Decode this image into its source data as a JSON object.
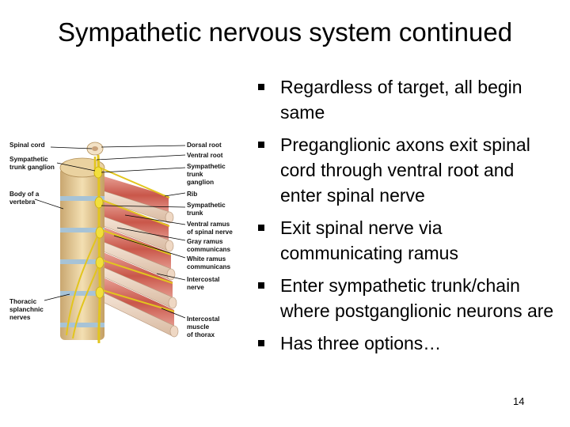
{
  "slide": {
    "title": "Sympathetic nervous system continued",
    "page_number": "14"
  },
  "bullets": [
    "Regardless of target, all begin same",
    "Preganglionic axons exit spinal cord through ventral root and enter spinal nerve",
    "Exit spinal nerve via communicating ramus",
    "Enter sympathetic trunk/chain where postganglionic neurons are",
    "Has three options…"
  ],
  "figure": {
    "left_labels": {
      "spinal_cord": "Spinal cord",
      "trunk_ganglion_1": "Sympathetic",
      "trunk_ganglion_2": "trunk ganglion",
      "vertebra_1": "Body of a",
      "vertebra_2": "vertebra",
      "thoracic_1": "Thoracic",
      "thoracic_2": "splanchnic",
      "thoracic_3": "nerves"
    },
    "right_labels": {
      "dorsal_root": "Dorsal root",
      "ventral_root": "Ventral root",
      "trunk_ganglion_1": "Sympathetic",
      "trunk_ganglion_2": "trunk",
      "trunk_ganglion_3": "ganglion",
      "rib": "Rib",
      "trunk_1": "Sympathetic",
      "trunk_2": "trunk",
      "ventral_ramus_1": "Ventral ramus",
      "ventral_ramus_2": "of spinal nerve",
      "gray_ramus_1": "Gray ramus",
      "gray_ramus_2": "communicans",
      "white_ramus_1": "White ramus",
      "white_ramus_2": "communicans",
      "intercostal_nerve_1": "Intercostal",
      "intercostal_nerve_2": "nerve",
      "intercostal_muscle_1": "Intercostal",
      "intercostal_muscle_2": "muscle",
      "intercostal_muscle_3": "of thorax"
    }
  }
}
